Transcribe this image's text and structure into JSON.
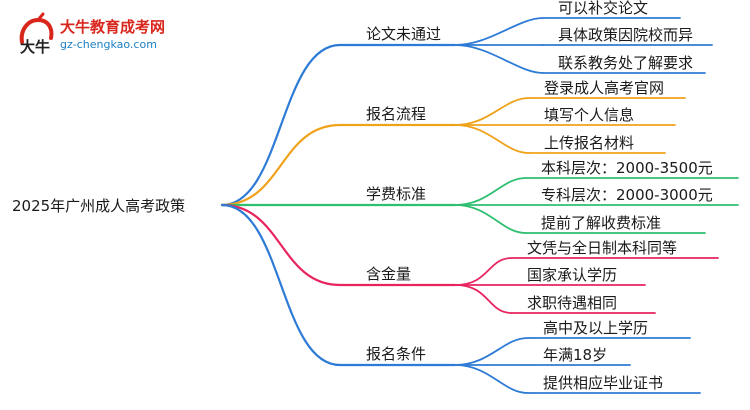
{
  "logo": {
    "name_cn": "大牛教育成考网",
    "domain": "gz-chengkao.com",
    "mark_text": "大牛"
  },
  "root": "2025年广州成人高考政策",
  "branches": [
    {
      "label": "论文未通过",
      "color": "#2e7bd6",
      "leaves": [
        "可以补交论文",
        "具体政策因院校而异",
        "联系教务处了解要求"
      ]
    },
    {
      "label": "报名流程",
      "color": "#f0a21b",
      "leaves": [
        "登录成人高考官网",
        "填写个人信息",
        "上传报名材料"
      ]
    },
    {
      "label": "学费标准",
      "color": "#2fbf71",
      "leaves": [
        "本科层次：2000-3500元",
        "专科层次：2000-3000元",
        "提前了解收费标准"
      ]
    },
    {
      "label": "含金量",
      "color": "#e8245f",
      "leaves": [
        "文凭与全日制本科同等",
        "国家承认学历",
        "求职待遇相同"
      ]
    },
    {
      "label": "报名条件",
      "color": "#2e7bd6",
      "leaves": [
        "高中及以上学历",
        "年满18岁",
        "提供相应毕业证书"
      ]
    }
  ]
}
